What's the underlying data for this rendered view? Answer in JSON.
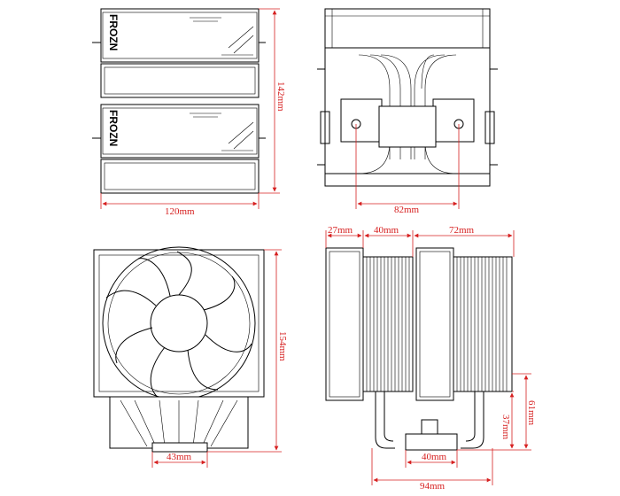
{
  "colors": {
    "line": "#000000",
    "dimension": "#d62020",
    "background": "#ffffff"
  },
  "logo_text": "FROZN",
  "views": {
    "top": {
      "width": "120mm",
      "depth": "142mm"
    },
    "front_upper": {
      "mount_spacing": "82mm"
    },
    "front_lower": {
      "height": "154mm",
      "base": "43mm"
    },
    "side": {
      "offset": "27mm",
      "fan_gap": "40mm",
      "fin_depth": "72mm",
      "clearance": "61mm",
      "heatpipe_rise": "37mm",
      "base": "40mm",
      "total_depth": "94mm"
    }
  }
}
